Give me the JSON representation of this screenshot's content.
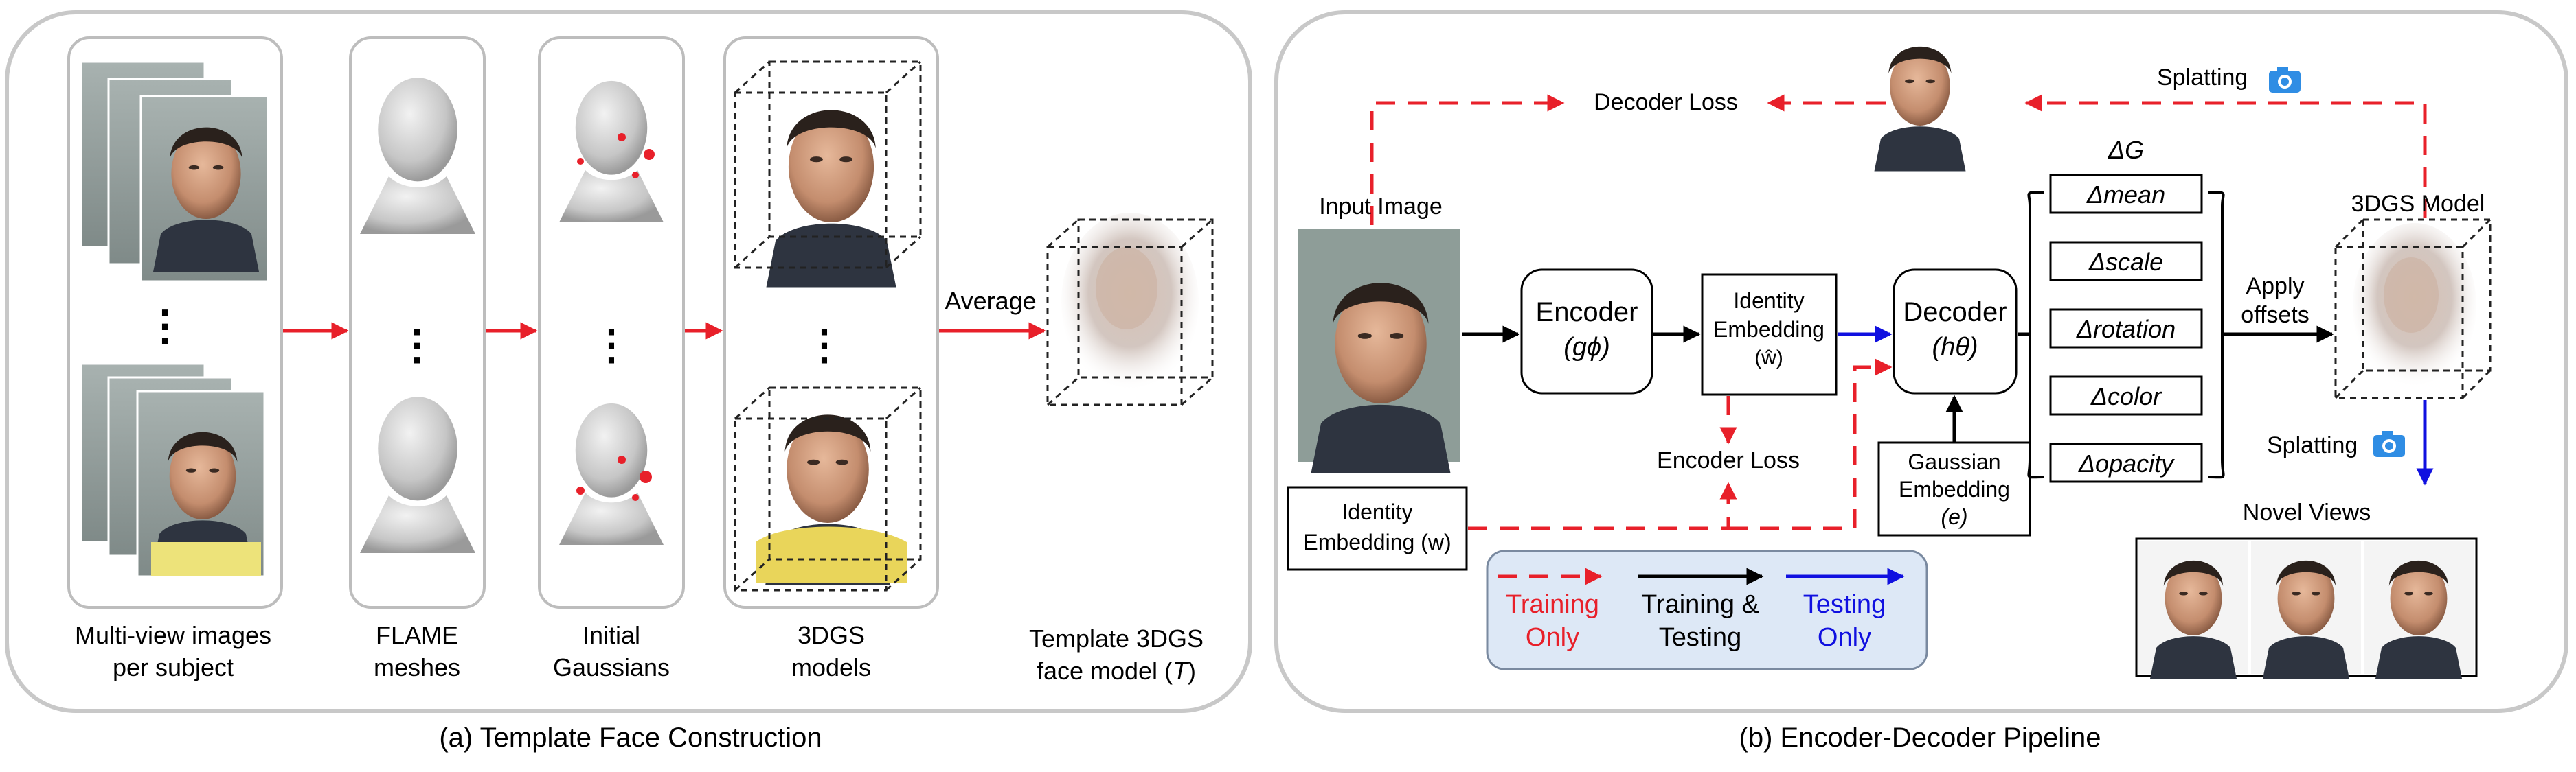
{
  "template_panel": {
    "caption": "(a) Template Face Construction",
    "columns": [
      {
        "label_line1": "Multi-view images",
        "label_line2": "per subject"
      },
      {
        "label_line1": "FLAME",
        "label_line2": "meshes"
      },
      {
        "label_line1": "Initial",
        "label_line2": "Gaussians"
      },
      {
        "label_line1": "3DGS",
        "label_line2": "models"
      }
    ],
    "ellipsis": "⋮",
    "average_label": "Average",
    "template_label_line1": "Template 3DGS",
    "template_label_line2": "face model (",
    "template_symbol": "T",
    "template_label_close": ")"
  },
  "pipeline_panel": {
    "caption": "(b) Encoder-Decoder Pipeline",
    "decoder_loss": "Decoder Loss",
    "splatting_top": "Splatting",
    "splatting_bottom": "Splatting",
    "input_image": "Input Image",
    "encoder": {
      "name": "Encoder",
      "symbol": "(gϕ)"
    },
    "identity_embedding_hat": {
      "line1": "Identity",
      "line2": "Embedding",
      "symbol": "(ŵ)"
    },
    "decoder": {
      "name": "Decoder",
      "symbol": "(hθ)"
    },
    "encoder_loss": "Encoder Loss",
    "identity_embedding_w": {
      "line1": "Identity",
      "line2": "Embedding (w)"
    },
    "gaussian_embedding": {
      "line1": "Gaussian",
      "line2": "Embedding",
      "symbol": "(e)"
    },
    "delta_g": "ΔG",
    "deltas": [
      "Δmean",
      "Δscale",
      "Δrotation",
      "Δcolor",
      "Δopacity"
    ],
    "apply_offsets": {
      "line1": "Apply",
      "line2": "offsets"
    },
    "model_3dgs": "3DGS Model",
    "novel_views": "Novel Views",
    "legend": {
      "training_only": {
        "line1": "Training",
        "line2": "Only"
      },
      "training_testing": {
        "line1": "Training &",
        "line2": "Testing"
      },
      "testing_only": {
        "line1": "Testing",
        "line2": "Only"
      }
    }
  },
  "colors": {
    "training_only": "#e8202a",
    "training_testing": "#000000",
    "testing_only": "#1010e0",
    "panel_border": "#c8c8c8",
    "legend_fill": "#dde8f6",
    "camera_icon": "#2f8de4",
    "mesh_gray": "#c9c9c9"
  }
}
